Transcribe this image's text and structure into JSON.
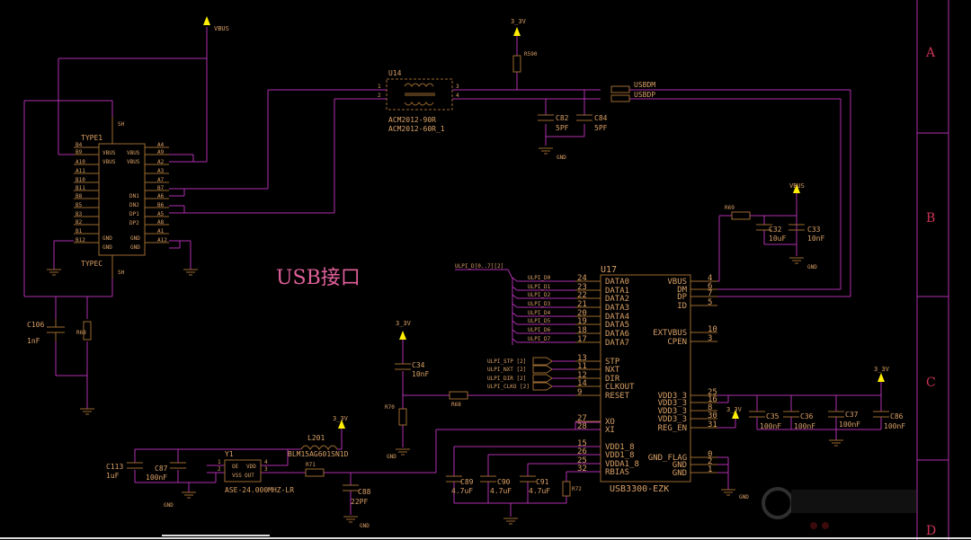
{
  "title": "USB接口",
  "zones": [
    "A",
    "B",
    "C",
    "D"
  ],
  "components": {
    "usb_connector": {
      "ref_top": "TYPE1",
      "ref_bottom": "TYPEC",
      "pins_left": [
        "B4",
        "B9",
        "A10",
        "A11",
        "B10",
        "B11",
        "B8",
        "B5",
        "B3",
        "B2",
        "B1",
        "B12"
      ],
      "pins_right": [
        "A4",
        "A9",
        "A2",
        "A3",
        "A7",
        "B7",
        "A6",
        "B6",
        "A5",
        "A8",
        "A1",
        "A12"
      ],
      "signals": [
        "VBUS",
        "VBUS",
        "DN1",
        "DN2",
        "DP1",
        "DP2",
        "GND",
        "GND"
      ]
    },
    "choke": {
      "ref": "U14",
      "part": "ACM2012-90R",
      "part2": "ACM2012-60R_1",
      "pins": [
        "1",
        "2",
        "3",
        "4"
      ]
    },
    "phy": {
      "ref": "U17",
      "part": "USB3300-EZK",
      "left_pins": [
        {
          "num": "24",
          "name": "DATA0"
        },
        {
          "num": "23",
          "name": "DATA1"
        },
        {
          "num": "22",
          "name": "DATA2"
        },
        {
          "num": "21",
          "name": "DATA3"
        },
        {
          "num": "20",
          "name": "DATA4"
        },
        {
          "num": "19",
          "name": "DATA5"
        },
        {
          "num": "18",
          "name": "DATA6"
        },
        {
          "num": "17",
          "name": "DATA7"
        },
        {
          "num": "13",
          "name": "STP"
        },
        {
          "num": "11",
          "name": "NXT"
        },
        {
          "num": "12",
          "name": "DIR"
        },
        {
          "num": "14",
          "name": "CLKOUT"
        },
        {
          "num": "9",
          "name": "RESET"
        },
        {
          "num": "27",
          "name": "XO"
        },
        {
          "num": "28",
          "name": "XI"
        },
        {
          "num": "15",
          "name": "VDD1_8"
        },
        {
          "num": "26",
          "name": "VDD1_8"
        },
        {
          "num": "25",
          "name": "VDDA1_8"
        },
        {
          "num": "32",
          "name": "RBIAS"
        }
      ],
      "right_pins": [
        {
          "num": "4",
          "name": "VBUS"
        },
        {
          "num": "6",
          "name": "DM"
        },
        {
          "num": "7",
          "name": "DP"
        },
        {
          "num": "5",
          "name": "ID"
        },
        {
          "num": "10",
          "name": "EXTVBUS"
        },
        {
          "num": "3",
          "name": "CPEN"
        },
        {
          "num": "25",
          "name": "VDD3_3"
        },
        {
          "num": "16",
          "name": "VDD3_3"
        },
        {
          "num": "8",
          "name": "VDD3_3"
        },
        {
          "num": "30",
          "name": "VDD3_3"
        },
        {
          "num": "31",
          "name": "REG_EN"
        },
        {
          "num": "0",
          "name": "GND_FLAG"
        },
        {
          "num": "2",
          "name": "GND"
        },
        {
          "num": "1",
          "name": "GND"
        }
      ]
    },
    "crystal": {
      "ref": "Y1",
      "part": "ASE-24.000MHZ-LR",
      "pin_oe": "OE",
      "pin_vdd": "VDD",
      "pin_gnd": "VSS",
      "pin_out": "OUT",
      "pins": [
        "1",
        "2",
        "3",
        "4"
      ]
    },
    "bead": {
      "ref": "L201",
      "part": "BLM15AG601SN1D"
    },
    "ulpi_bus": "ULPI_D[0..7][2]",
    "ulpi_data": [
      "ULPI_D0",
      "ULPI_D1",
      "ULPI_D2",
      "ULPI_D3",
      "ULPI_D4",
      "ULPI_D5",
      "ULPI_D6",
      "ULPI_D7"
    ],
    "ulpi_ctrl": [
      "ULPI_STP [2]",
      "ULPI_NXT [2]",
      "ULPI_DIR [2]",
      "ULPI_CLKO [2]"
    ]
  },
  "caps": [
    {
      "ref": "C82",
      "value": "5PF"
    },
    {
      "ref": "C84",
      "value": "5PF"
    },
    {
      "ref": "C32",
      "value": "10uF"
    },
    {
      "ref": "C33",
      "value": "10nF"
    },
    {
      "ref": "C106",
      "value": "1nF"
    },
    {
      "ref": "C34",
      "value": "10nF"
    },
    {
      "ref": "C35",
      "value": "100nF"
    },
    {
      "ref": "C36",
      "value": "100nF"
    },
    {
      "ref": "C37",
      "value": "100nF"
    },
    {
      "ref": "C86",
      "value": "100nF"
    },
    {
      "ref": "C113",
      "value": "1uF"
    },
    {
      "ref": "C87",
      "value": "100nF"
    },
    {
      "ref": "C88",
      "value": "22PF"
    },
    {
      "ref": "C89",
      "value": "4.7uF"
    },
    {
      "ref": "C90",
      "value": "4.7uF"
    },
    {
      "ref": "C91",
      "value": "4.7uF"
    }
  ],
  "resistors": [
    "R590",
    "R70",
    "R69",
    "R71",
    "R72",
    "R68"
  ],
  "nets": {
    "vbus": "VBUS",
    "v33": "3_3V",
    "gnd": "GND",
    "usbdm": "USBDM",
    "usbdp": "USBDP"
  },
  "colors": {
    "wire": "#b030b0",
    "component": "#9c6a30",
    "text": "#d9a066",
    "power": "#ffee00",
    "title": "#e0609a",
    "zone": "#cc3355"
  }
}
